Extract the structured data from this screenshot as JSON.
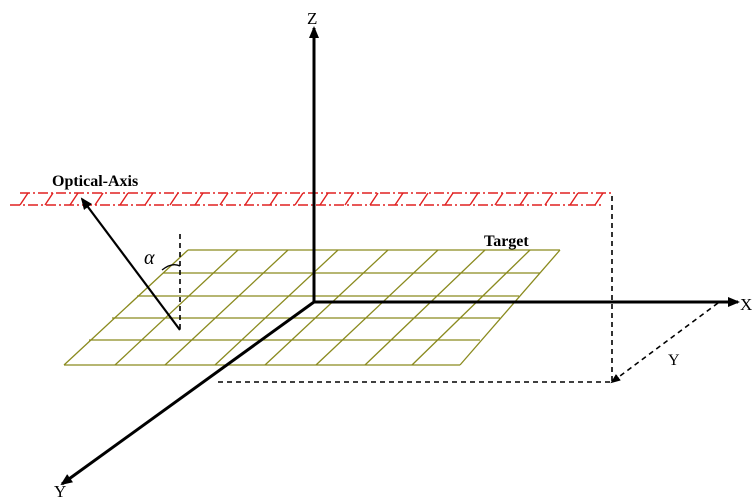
{
  "labels": {
    "z_axis": "Z",
    "x_axis": "X",
    "y_axis": "Y",
    "y_offset": "Y",
    "optical_axis": "Optical-Axis",
    "target": "Target",
    "angle": "α"
  },
  "colors": {
    "axis": "#000000",
    "grid": "#8a8a1e",
    "optical_band": "#e02020",
    "background": "#ffffff"
  }
}
